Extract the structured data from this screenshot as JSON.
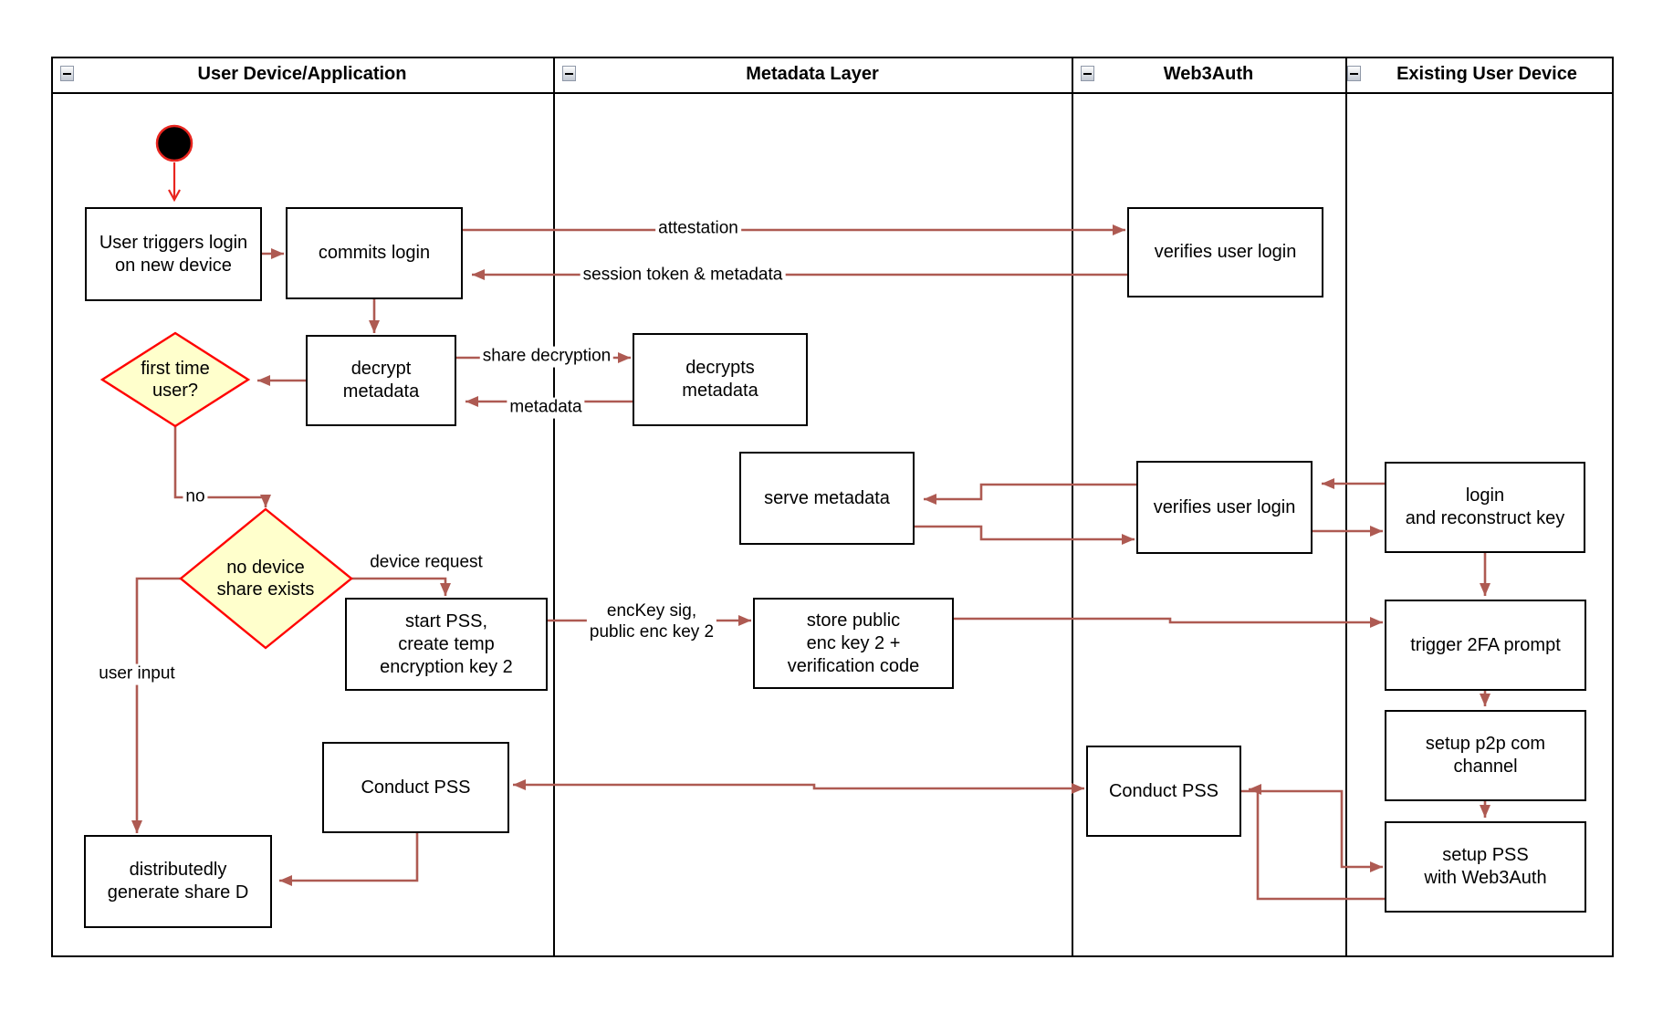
{
  "diagram": {
    "lanes": [
      {
        "title": "User Device/Application"
      },
      {
        "title": "Metadata Layer"
      },
      {
        "title": "Web3Auth"
      },
      {
        "title": "Existing User Device"
      }
    ],
    "nodes": {
      "user_triggers": {
        "label": "User triggers login\non new device"
      },
      "commits_login": {
        "label": "commits login"
      },
      "verifies_login_top": {
        "label": "verifies user login"
      },
      "decrypt_metadata": {
        "label": "decrypt\nmetadata"
      },
      "decrypts_metadata": {
        "label": "decrypts\nmetadata"
      },
      "serve_metadata": {
        "label": "serve metadata"
      },
      "verifies_login_mid": {
        "label": "verifies user login"
      },
      "login_reconstruct": {
        "label": "login\nand reconstruct key"
      },
      "start_pss": {
        "label": "start PSS,\ncreate temp\nencryption key 2"
      },
      "store_public": {
        "label": "store public\nenc key 2 +\nverification code"
      },
      "trigger_2fa": {
        "label": "trigger 2FA prompt"
      },
      "setup_p2p": {
        "label": "setup p2p com\nchannel"
      },
      "setup_pss": {
        "label": "setup PSS\nwith Web3Auth"
      },
      "conduct_pss_app": {
        "label": "Conduct PSS"
      },
      "conduct_pss_web3auth": {
        "label": "Conduct PSS"
      },
      "distributedly_generate": {
        "label": "distributedly\ngenerate share D"
      }
    },
    "decisions": {
      "first_time_user": {
        "label": "first time\nuser?"
      },
      "no_device_share": {
        "label": "no device\nshare exists"
      }
    },
    "edge_labels": {
      "attestation": "attestation",
      "session_token": "session token & metadata",
      "share_decryption": "share decryption",
      "metadata": "metadata",
      "no": "no",
      "device_request": "device request",
      "user_input": "user input",
      "enckey": "encKey sig,\npublic enc key 2"
    },
    "icons": {
      "lane_collapse": "minus-icon",
      "start_node": "initial-state-icon"
    },
    "colors": {
      "arrow": "#AE5A52",
      "start_arrow": "#E8251F",
      "decision_fill": "#FFFFCC",
      "decision_border": "#FF0000",
      "node_fill": "#FFFFFF",
      "node_border": "#000000",
      "start_fill": "#000000"
    }
  }
}
